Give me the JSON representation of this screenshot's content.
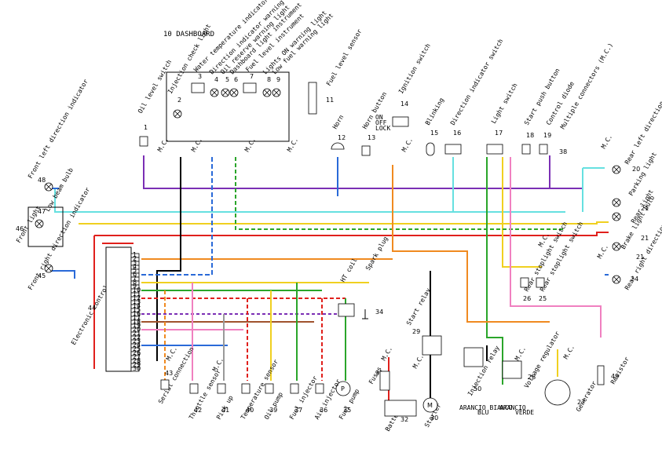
{
  "dashboard_title": "10  DASHBOARD",
  "mc": "M.C.",
  "components": [
    {
      "n": "1",
      "label": "Oil level switch"
    },
    {
      "n": "2",
      "label": "Injection check light"
    },
    {
      "n": "3",
      "label": "Water temperature indicator"
    },
    {
      "n": "4",
      "label": "Direction indicator warning light"
    },
    {
      "n": "5",
      "label": "Oil reserve warning light"
    },
    {
      "n": "6",
      "label": "Dashboard light instrument"
    },
    {
      "n": "7",
      "label": "Fuel level instrument"
    },
    {
      "n": "8",
      "label": "Lights ON warning light"
    },
    {
      "n": "9",
      "label": "Low fuel warning light"
    },
    {
      "n": "11",
      "label": "Fuel level sensor"
    },
    {
      "n": "12",
      "label": "Horn"
    },
    {
      "n": "13",
      "label": "Horn button"
    },
    {
      "n": "14",
      "label": "Ignition switch"
    },
    {
      "n": "15",
      "label": "Blinking"
    },
    {
      "n": "16",
      "label": "Direction indicator switch"
    },
    {
      "n": "17",
      "label": "Light switch"
    },
    {
      "n": "18",
      "label": "Start push button"
    },
    {
      "n": "19",
      "label": "Control diode"
    },
    {
      "n": "38",
      "label": "Multiple connectors (M.C.)"
    },
    {
      "n": "20",
      "label": "Rear left direction indicator"
    },
    {
      "n": "21",
      "label": "Parking light"
    },
    {
      "n": "21b",
      "label": "Rear light"
    },
    {
      "n": "21c",
      "label": "Brake light bulb"
    },
    {
      "n": "24",
      "label": "Rear right direction indicator"
    },
    {
      "n": "25",
      "label": "Rear stoplight switch"
    },
    {
      "n": "26",
      "label": "Rear stoplight switch"
    },
    {
      "n": "27",
      "label": "Generator"
    },
    {
      "n": "28",
      "label": "Voltage regulator"
    },
    {
      "n": "29",
      "label": "Start relay"
    },
    {
      "n": "30",
      "label": "Starter"
    },
    {
      "n": "31",
      "label": "Fuses"
    },
    {
      "n": "32",
      "label": "Battery"
    },
    {
      "n": "33",
      "label": "HT coil"
    },
    {
      "n": "34",
      "label": "Spark plug"
    },
    {
      "n": "35",
      "label": "Fuel pump"
    },
    {
      "n": "36",
      "label": "Air injector"
    },
    {
      "n": "37",
      "label": "Fuel injector"
    },
    {
      "n": "39",
      "label": "Oil pump"
    },
    {
      "n": "40",
      "label": "Temperature sensor"
    },
    {
      "n": "41",
      "label": "Pick up"
    },
    {
      "n": "42",
      "label": "Throttle sensor"
    },
    {
      "n": "43",
      "label": "Serial connection"
    },
    {
      "n": "44",
      "label": "Electronic control unit (ECU)"
    },
    {
      "n": "45",
      "label": "Front right direction indicator"
    },
    {
      "n": "46",
      "label": "Front light"
    },
    {
      "n": "47",
      "label": "Low beam bulb"
    },
    {
      "n": "48",
      "label": "Front left direction indicator"
    },
    {
      "n": "49",
      "label": "Resistor"
    },
    {
      "n": "50",
      "label": "Injection relay"
    }
  ],
  "lock_labels": [
    "ON",
    "OFF",
    "LOCK"
  ],
  "color_key": [
    "ARANCIO BIANCO",
    "BLU",
    "ARANCIO",
    "VERDE"
  ],
  "ecu_pins": [
    "1",
    "2",
    "3",
    "4",
    "5",
    "6",
    "7",
    "8",
    "9",
    "10",
    "11",
    "12",
    "13",
    "14",
    "15",
    "16",
    "17",
    "18",
    "19",
    "20",
    "21",
    "22",
    "23",
    "24",
    "25",
    "26",
    "27",
    "28",
    "29",
    "30"
  ],
  "wire_colors": {
    "purple": "#7b2fb5",
    "red": "#e0201c",
    "cyan": "#66e0e0",
    "green": "#2aa52a",
    "yellow": "#f0d020",
    "orange": "#f08a20",
    "blue": "#2a6ad8",
    "black": "#000000",
    "pink": "#f080c0",
    "brown": "#a0522d",
    "grey": "#9a9a9a",
    "white": "#ffffff"
  }
}
